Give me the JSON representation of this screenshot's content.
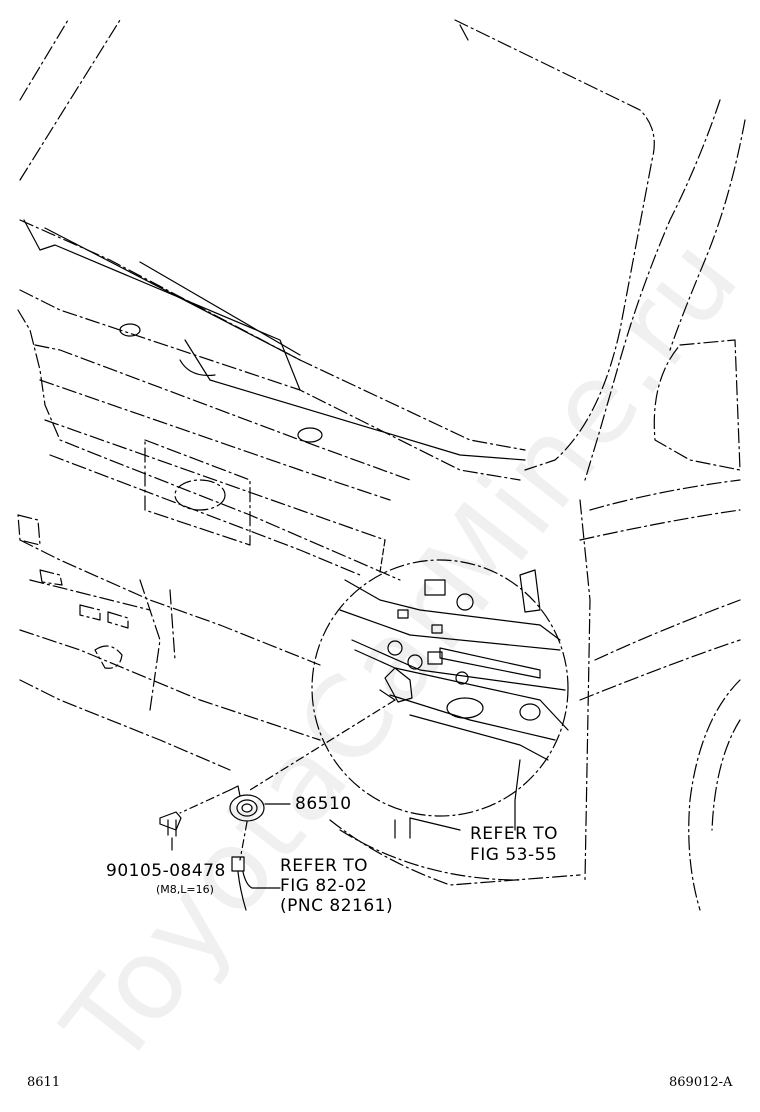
{
  "watermark": "ToyotaCarMine.ru",
  "callouts": {
    "horn_part": "86510",
    "bolt_part": "90105-08478",
    "bolt_spec": "(M8,L=16)",
    "refer_fig53_line1": "REFER TO",
    "refer_fig53_line2": "FIG 53-55",
    "refer_fig82_line1": "REFER TO",
    "refer_fig82_line2": "FIG 82-02",
    "refer_fig82_line3": "(PNC 82161)"
  },
  "footer": {
    "section_code": "8611",
    "drawing_id": "869012-A"
  }
}
